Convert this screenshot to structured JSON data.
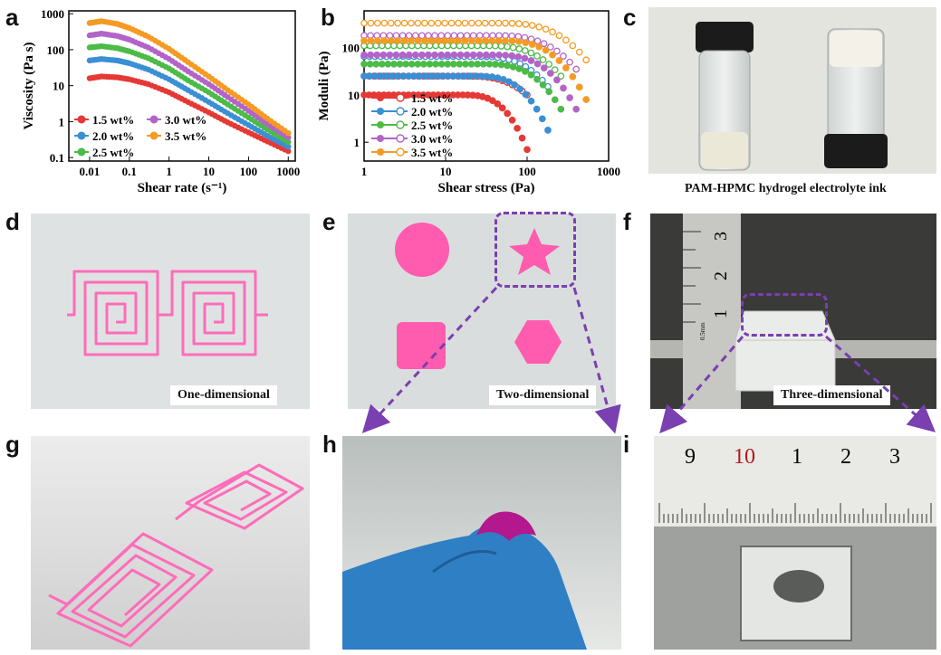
{
  "panels": {
    "a": "a",
    "b": "b",
    "c": "c",
    "d": "d",
    "e": "e",
    "f": "f",
    "g": "g",
    "h": "h",
    "i": "i"
  },
  "captions": {
    "c": "PAM-HPMC hydrogel electrolyte ink",
    "d": "One-dimensional",
    "e": "Two-dimensional",
    "f": "Three-dimensional"
  },
  "ruler_f": [
    "3",
    "2",
    "1"
  ],
  "ruler_f_unit": "0.5mm",
  "ruler_i": [
    "9",
    "10",
    "1",
    "2",
    "3"
  ],
  "colors": {
    "c1.5": "#e53935",
    "c2.0": "#3b8fd4",
    "c2.5": "#4cbb47",
    "c3.0": "#b264c9",
    "c3.5": "#f59a23",
    "arrow": "#7a3fb0",
    "pink": "#ff5cb0"
  },
  "chart_data": [
    {
      "type": "line",
      "xlabel": "Shear rate (s⁻¹)",
      "ylabel": "Viscosity (Pa s)",
      "xscale": "log",
      "yscale": "log",
      "xlim": [
        0.003,
        1500
      ],
      "ylim": [
        0.08,
        1200
      ],
      "xticks": [
        0.01,
        0.1,
        1,
        10,
        100,
        1000
      ],
      "xticklabels": [
        "0.01",
        "0.1",
        "1",
        "10",
        "100",
        "1000"
      ],
      "yticks": [
        0.1,
        1,
        10,
        100,
        1000
      ],
      "yticklabels": [
        "0.1",
        "1",
        "10",
        "100",
        "1000"
      ],
      "legend": "lower-left",
      "series": [
        {
          "name": "1.5 wt%",
          "color": "#e53935",
          "x": [
            0.01,
            0.02,
            0.05,
            0.1,
            0.3,
            1,
            3,
            10,
            30,
            100,
            300,
            1000
          ],
          "y": [
            16,
            18,
            17,
            15,
            11,
            6.5,
            3.5,
            1.8,
            0.95,
            0.5,
            0.28,
            0.15
          ]
        },
        {
          "name": "2.0 wt%",
          "color": "#3b8fd4",
          "x": [
            0.01,
            0.02,
            0.05,
            0.1,
            0.3,
            1,
            3,
            10,
            30,
            100,
            300,
            1000
          ],
          "y": [
            50,
            55,
            50,
            42,
            28,
            15,
            7.5,
            3.5,
            1.7,
            0.8,
            0.4,
            0.2
          ]
        },
        {
          "name": "2.5 wt%",
          "color": "#4cbb47",
          "x": [
            0.01,
            0.02,
            0.05,
            0.1,
            0.3,
            1,
            3,
            10,
            30,
            100,
            300,
            1000
          ],
          "y": [
            115,
            125,
            110,
            90,
            58,
            30,
            14,
            6.5,
            3,
            1.3,
            0.6,
            0.27
          ]
        },
        {
          "name": "3.0 wt%",
          "color": "#b264c9",
          "x": [
            0.01,
            0.02,
            0.05,
            0.1,
            0.3,
            1,
            3,
            10,
            30,
            100,
            300,
            1000
          ],
          "y": [
            250,
            280,
            240,
            190,
            115,
            55,
            25,
            11,
            4.8,
            2,
            0.85,
            0.36
          ]
        },
        {
          "name": "3.5 wt%",
          "color": "#f59a23",
          "x": [
            0.01,
            0.02,
            0.05,
            0.1,
            0.3,
            1,
            3,
            10,
            30,
            100,
            300,
            1000
          ],
          "y": [
            550,
            620,
            520,
            400,
            230,
            105,
            45,
            18,
            7.5,
            3,
            1.2,
            0.48
          ]
        }
      ]
    },
    {
      "type": "scatter",
      "xlabel": "Shear stress (Pa)",
      "ylabel": "Moduli (Pa)",
      "xscale": "log",
      "yscale": "log",
      "xlim": [
        1,
        1000
      ],
      "ylim": [
        0.4,
        600
      ],
      "xticks": [
        1,
        10,
        100,
        1000
      ],
      "xticklabels": [
        "1",
        "10",
        "100",
        "1000"
      ],
      "yticks": [
        1,
        10,
        100
      ],
      "yticklabels": [
        "1",
        "10",
        "100"
      ],
      "legend": "lower-left",
      "series": [
        {
          "name": "1.5 wt%",
          "color": "#e53935",
          "curve": "G'",
          "plateau": 10,
          "end": 100,
          "drop": 0.7
        },
        {
          "name": "",
          "color": "#e53935",
          "curve": "G''",
          "plateau": 25,
          "end": 100,
          "drop": 10
        },
        {
          "name": "2.0 wt%",
          "color": "#3b8fd4",
          "curve": "G'",
          "plateau": 25,
          "end": 180,
          "drop": 1.8
        },
        {
          "name": "",
          "color": "#3b8fd4",
          "curve": "G''",
          "plateau": 65,
          "end": 180,
          "drop": 15
        },
        {
          "name": "2.5 wt%",
          "color": "#4cbb47",
          "curve": "G'",
          "plateau": 45,
          "end": 260,
          "drop": 5
        },
        {
          "name": "",
          "color": "#4cbb47",
          "curve": "G''",
          "plateau": 110,
          "end": 260,
          "drop": 25
        },
        {
          "name": "3.0 wt%",
          "color": "#b264c9",
          "curve": "G'",
          "plateau": 70,
          "end": 400,
          "drop": 5
        },
        {
          "name": "",
          "color": "#b264c9",
          "curve": "G''",
          "plateau": 180,
          "end": 400,
          "drop": 35
        },
        {
          "name": "3.5 wt%",
          "color": "#f59a23",
          "curve": "G'",
          "plateau": 140,
          "end": 530,
          "drop": 8
        },
        {
          "name": "",
          "color": "#f59a23",
          "curve": "G''",
          "plateau": 330,
          "end": 530,
          "drop": 55
        }
      ]
    }
  ]
}
